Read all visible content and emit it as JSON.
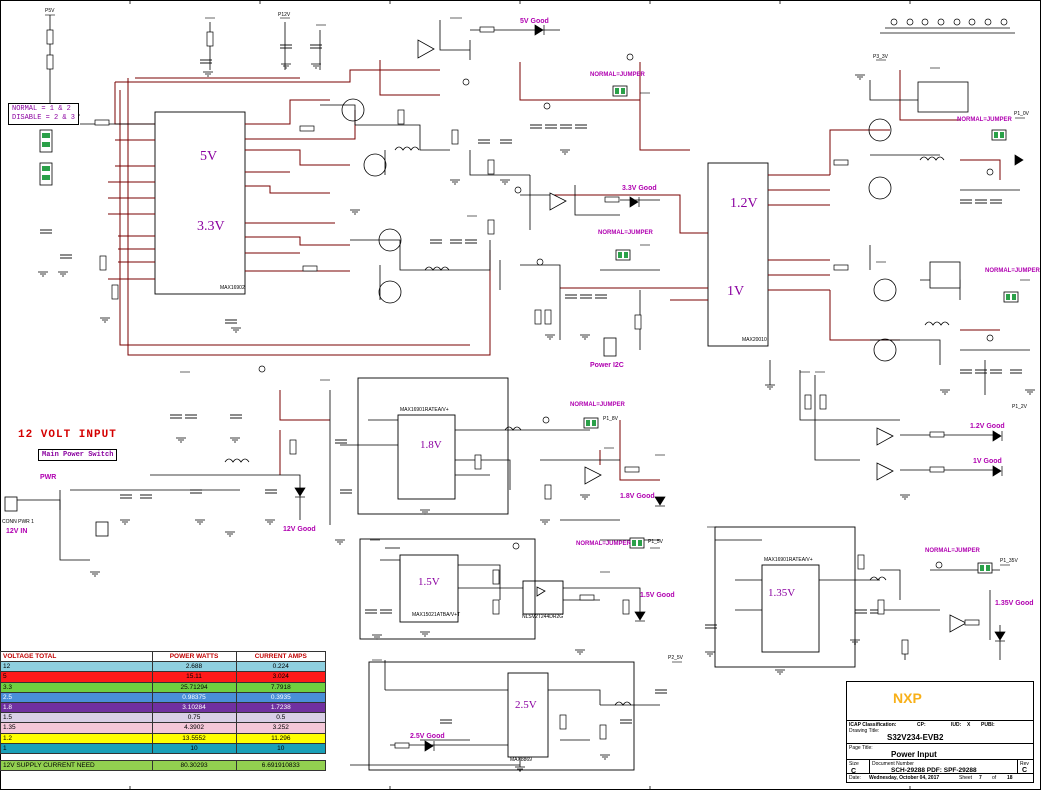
{
  "rails": {
    "v5": "5V",
    "v33": "3.3V",
    "v12": "1.2V",
    "v1": "1V",
    "v18": "1.8V",
    "v15": "1.5V",
    "v135": "1.35V",
    "v25": "2.5V"
  },
  "notes": {
    "normal_disable": [
      "NORMAL = 1 & 2",
      "DISABLE = 2 & 3"
    ],
    "input_title": "12 VOLT INPUT",
    "main_switch": "Main Power Switch",
    "pwr": "PWR",
    "power_i2c": "Power I2C",
    "jumper": "NORMAL=JUMPER"
  },
  "good_labels": {
    "g5v": "5V Good",
    "g33v": "3.3V Good",
    "g12v": "1.2V Good",
    "g1v": "1V Good",
    "g18v": "1.8V Good",
    "g15v": "1.5V Good",
    "g135v": "1.35V Good",
    "g25v": "2.5V Good",
    "g12vin": "12V Good"
  },
  "chips": {
    "u1": "MAX16902",
    "u4": "MAX20010",
    "u9": "MAX16901RATEA/V+",
    "u5": "MAX15021ATBA/V+T",
    "u38": "MAX8869",
    "u40": "MAX16901RATEA/V+",
    "u320": "NLSV2T244DR2G"
  },
  "table": {
    "headers": [
      "VOLTAGE TOTAL",
      "POWER WATTS",
      "CURRENT AMPS"
    ],
    "rows": [
      {
        "v": "12",
        "w": "2.688",
        "a": "0.224",
        "color": "#8fd0e0"
      },
      {
        "v": "5",
        "w": "15.11",
        "a": "3.024",
        "color": "#ff1a1a"
      },
      {
        "v": "3.3",
        "w": "25.71294",
        "a": "7.7918",
        "color": "#6fd040"
      },
      {
        "v": "2.5",
        "w": "0.98375",
        "a": "0.3935",
        "color": "#4a8fd8"
      },
      {
        "v": "1.8",
        "w": "3.10284",
        "a": "1.7238",
        "color": "#7030a0"
      },
      {
        "v": "1.5",
        "w": "0.75",
        "a": "0.5",
        "color": "#d9cfe6"
      },
      {
        "v": "1.35",
        "w": "4.3902",
        "a": "3.252",
        "color": "#f4c7d8"
      },
      {
        "v": "1.2",
        "w": "13.5552",
        "a": "11.296",
        "color": "#ffff00"
      },
      {
        "v": "1",
        "w": "10",
        "a": "10",
        "color": "#1aa0b8"
      }
    ],
    "total_label": "12V SUPPLY CURRENT NEED",
    "total_w": "80.30293",
    "total_a": "6.691910833"
  },
  "title_block": {
    "logo": "NXP",
    "icap": "ICAP Classification:",
    "cp": "CP:",
    "iud": "IUD:",
    "x": "X",
    "pubi": "PUBI:",
    "drawing_title_label": "Drawing Title:",
    "drawing_title": "S32V234-EVB2",
    "page_title_label": "Page Title:",
    "page_title": "Power Input",
    "size_label": "Size",
    "size": "C",
    "doc_label": "Document Number",
    "doc": "SCH-29288 PDF: SPF-29288",
    "rev_label": "Rev",
    "rev": "C",
    "date_label": "Date:",
    "date": "Wednesday, October 04, 2017",
    "sheet_label": "Sheet",
    "sheet": "7",
    "of_label": "of",
    "of": "18"
  },
  "nets": {
    "p5v": "P5V",
    "p12v": "P12V",
    "p33v": "P3_3V",
    "p1v": "P1_0V",
    "p12vb": "P1_2V",
    "p18v": "P1_8V",
    "p15v": "P1_5V",
    "p135v": "P1_35V",
    "p25v": "P2_5V",
    "v12in": "12V IN",
    "conn": "CONN PWR 1"
  }
}
